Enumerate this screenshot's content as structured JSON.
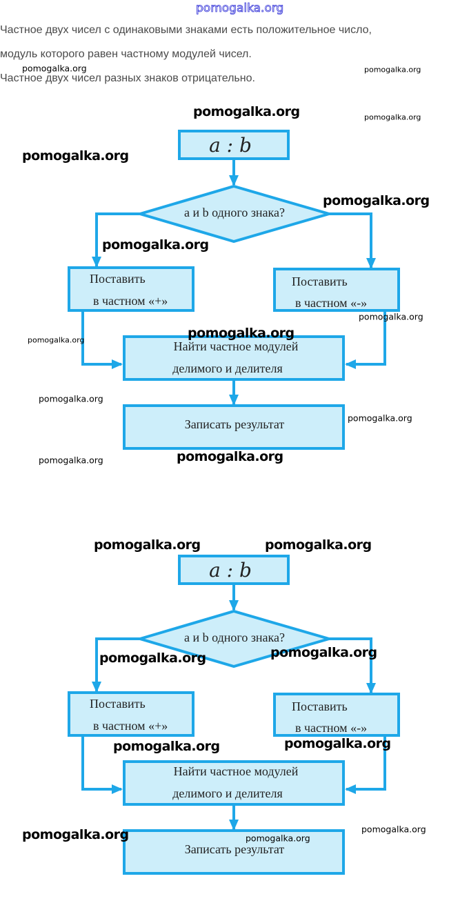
{
  "watermark": "pomogalka.org",
  "text": {
    "line1": "Частное двух чисел с одинаковыми знаками есть положительное число,",
    "line2": "модуль которого равен частному модулей чисел.",
    "line3": "Частное двух чисел разных знаков отрицательно."
  },
  "flowchart": {
    "start": "a : b",
    "decision": "а и b одного знака?",
    "left_box": [
      "Поставить",
      "в частном «+»"
    ],
    "right_box": [
      "Поставить",
      "в частном «-»"
    ],
    "middle_box": [
      "Найти частное модулей",
      "делимого и делителя"
    ],
    "end_box": "Записать результат"
  },
  "colors": {
    "stroke": "#1ea7e8",
    "fill": "#cdeefa"
  }
}
